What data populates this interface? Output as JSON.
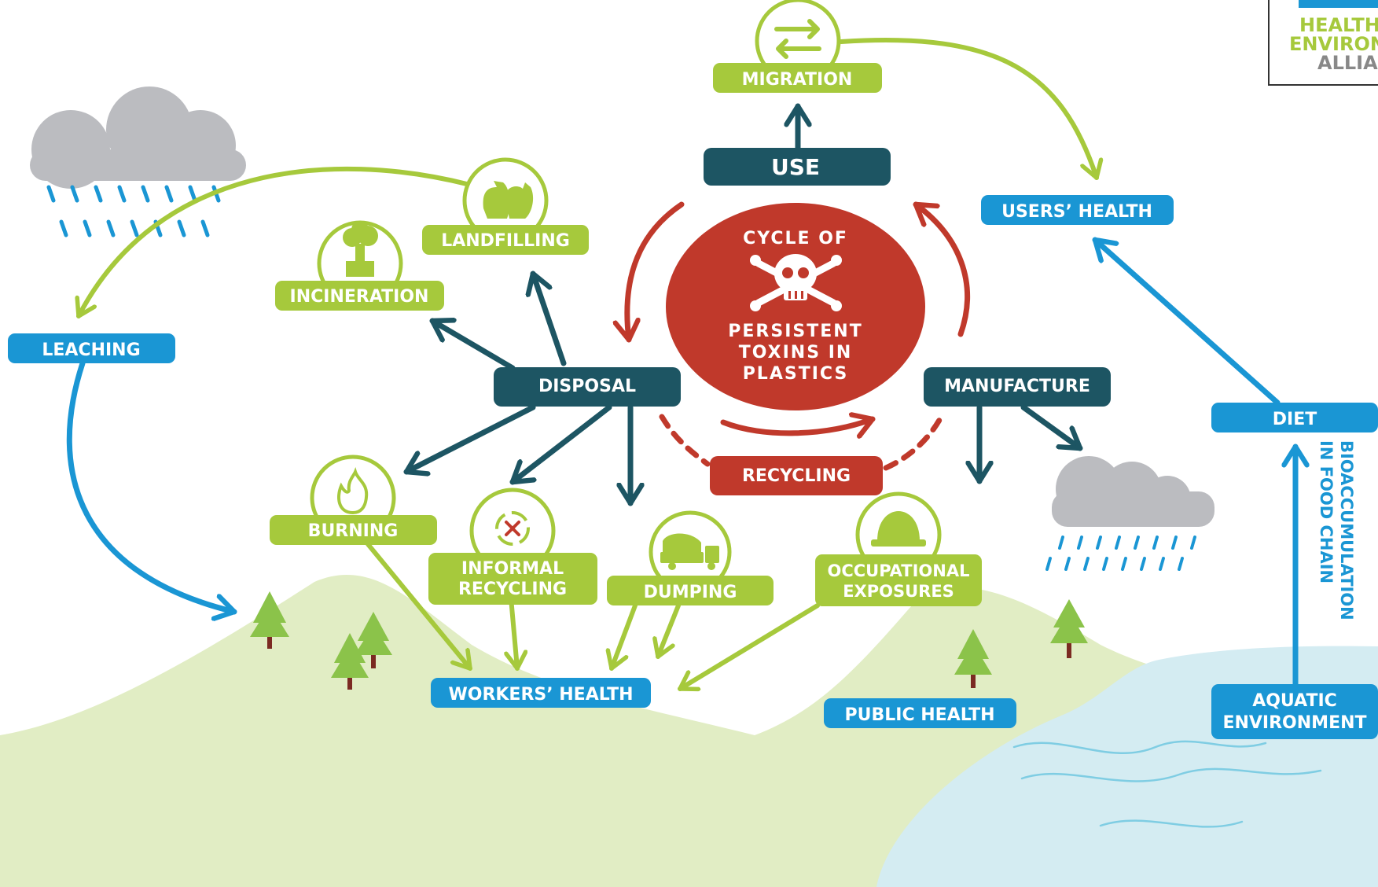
{
  "logo": {
    "line1": "HEALTH",
    "line2": "ENVIRONMENT",
    "line3": "ALLIANCE"
  },
  "center": {
    "line1": "CYCLE OF",
    "line2": "PERSISTENT",
    "line3": "TOXINS IN",
    "line4": "PLASTICS",
    "icon": "skull-crossbones-icon"
  },
  "stages": {
    "use": "USE",
    "disposal": "DISPOSAL",
    "manufacture": "MANUFACTURE",
    "recycling": "RECYCLING"
  },
  "pathways": {
    "migration": "MIGRATION",
    "landfilling": "LANDFILLING",
    "incineration": "INCINERATION",
    "burning": "BURNING",
    "informal_recycling_1": "INFORMAL",
    "informal_recycling_2": "RECYCLING",
    "dumping": "DUMPING",
    "occupational_1": "OCCUPATIONAL",
    "occupational_2": "EXPOSURES"
  },
  "outcomes": {
    "users_health": "USERS’ HEALTH",
    "leaching": "LEACHING",
    "workers_health": "WORKERS’ HEALTH",
    "public_health": "PUBLIC HEALTH",
    "diet": "DIET",
    "aquatic_1": "AQUATIC",
    "aquatic_2": "ENVIRONMENT",
    "bioaccum_1": "BIOACCUMULATION",
    "bioaccum_2": "IN FOOD CHAIN"
  },
  "colors": {
    "dark_teal": "#1d5563",
    "lime": "#a6c93c",
    "blue": "#1a96d4",
    "red": "#c0392b",
    "cloud": "#bbbcc0",
    "hill": "#e1edc4",
    "water": "#d4ecf2",
    "tree": "#8bc34a",
    "trunk": "#7b2a22"
  }
}
